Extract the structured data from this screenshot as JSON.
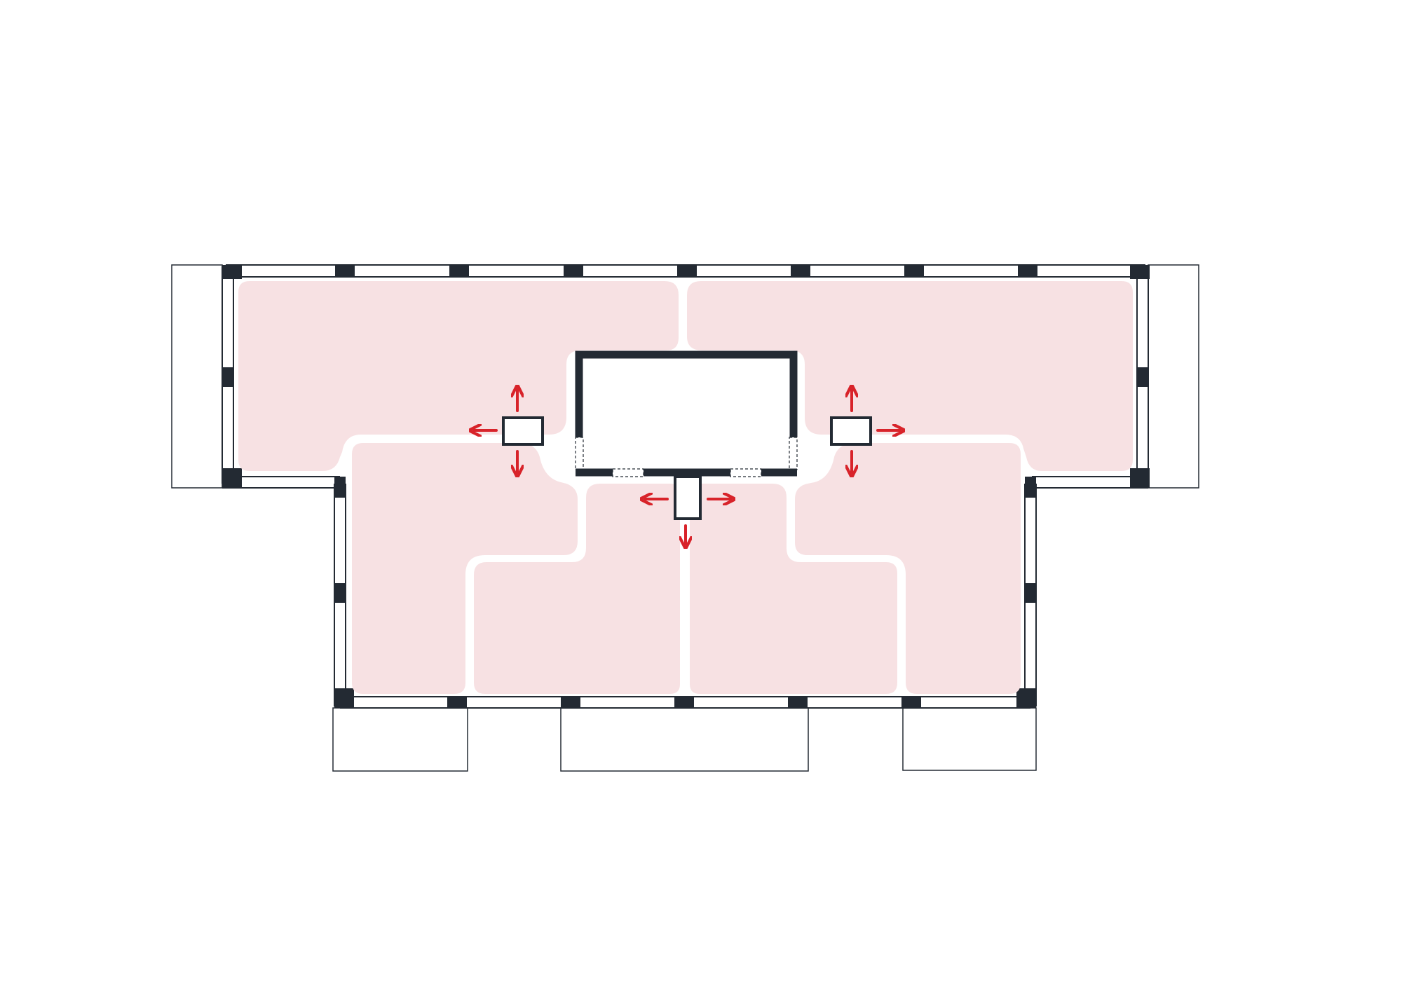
{
  "colors": {
    "zone_fill": "#f7e1e3",
    "wall": "#232a33",
    "arrow": "#d8232a",
    "window_line": "#232a33",
    "background": "#ffffff"
  },
  "zones": [
    {
      "id": "zone-north-west"
    },
    {
      "id": "zone-north-east"
    },
    {
      "id": "zone-south-west-outer"
    },
    {
      "id": "zone-south-west-inner"
    },
    {
      "id": "zone-south-east-inner"
    },
    {
      "id": "zone-south-east-outer"
    }
  ],
  "diffusers": [
    {
      "id": "diffuser-west",
      "directions": [
        "up",
        "left",
        "down"
      ]
    },
    {
      "id": "diffuser-east",
      "directions": [
        "up",
        "right",
        "down"
      ]
    },
    {
      "id": "diffuser-south",
      "directions": [
        "left",
        "right",
        "down"
      ]
    }
  ],
  "icons": {
    "arrow": "arrow-icon",
    "diffuser": "air-diffuser-icon",
    "column": "column-icon"
  }
}
